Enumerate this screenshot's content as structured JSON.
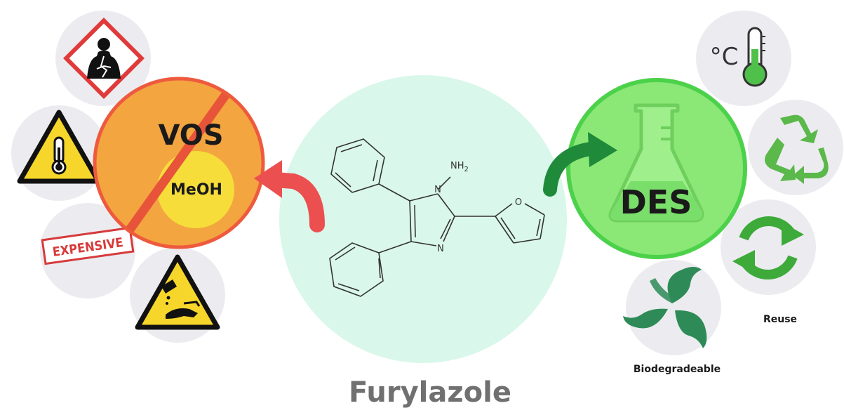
{
  "center": {
    "label": "Furylazole",
    "bg_color": "#d9f7ea",
    "atoms": {
      "nh2": "NH",
      "nh2_sub": "2",
      "n1": "N",
      "n3": "N",
      "o": "O"
    }
  },
  "left": {
    "main_label": "VOS",
    "sub_label": "MeOH",
    "fill_color": "#f3a540",
    "ring_color": "#ee5a3e",
    "slash_color": "#e8543a",
    "inner_color": "#f6dd3a",
    "icons": [
      {
        "name": "health-hazard-icon"
      },
      {
        "name": "heat-warning-icon"
      },
      {
        "name": "expensive-stamp-icon",
        "text": "EXPENSIVE"
      },
      {
        "name": "corrosive-icon"
      }
    ]
  },
  "right": {
    "main_label": "DES",
    "fill_color": "#8be876",
    "ring_color": "#4cd14a",
    "icons": [
      {
        "name": "temperature-icon",
        "text": "°C"
      },
      {
        "name": "recycle-icon"
      },
      {
        "name": "reuse-icon",
        "label": "Reuse"
      },
      {
        "name": "biodegradable-icon",
        "label": "Biodegradeable"
      }
    ]
  },
  "arrows": {
    "left_color": "#ec4f4f",
    "right_color": "#1f8a3a"
  }
}
